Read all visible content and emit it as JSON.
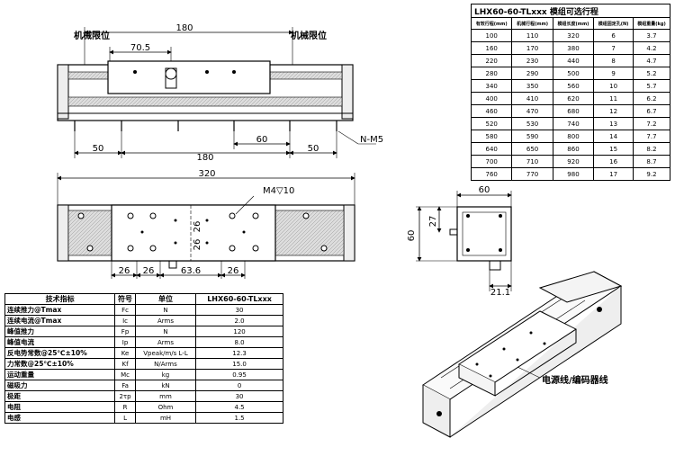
{
  "top_view": {
    "mech_limit_left": "机械限位",
    "mech_limit_right": "机械限位",
    "dim_180_top": "180",
    "dim_70_5": "70.5",
    "dim_50_left": "50",
    "dim_180_bottom": "180",
    "dim_60": "60",
    "dim_50_right": "50",
    "nm5": "N-M5"
  },
  "plan_view": {
    "dim_320": "320",
    "m4": "M4▽10",
    "dim_26_v1": "26",
    "dim_26_v2": "26",
    "dim_26_h1": "26",
    "dim_26_h2": "26",
    "dim_63_6": "63.6",
    "dim_26_h3": "26"
  },
  "side_view": {
    "dim_60_top": "60",
    "dim_27": "27",
    "dim_60_left": "60",
    "dim_21_1": "21.1"
  },
  "iso_view": {
    "cable_label": "电源线/编码器线"
  },
  "model_table": {
    "title": "LHX60-60-TLxxx  模组可选行程",
    "headers": [
      "有效行程(mm)",
      "机械行程(mm)",
      "模组长度(mm)",
      "模组固定孔(N)",
      "模组重量(kg)"
    ],
    "rows": [
      [
        "100",
        "110",
        "320",
        "6",
        "3.7"
      ],
      [
        "160",
        "170",
        "380",
        "7",
        "4.2"
      ],
      [
        "220",
        "230",
        "440",
        "8",
        "4.7"
      ],
      [
        "280",
        "290",
        "500",
        "9",
        "5.2"
      ],
      [
        "340",
        "350",
        "560",
        "10",
        "5.7"
      ],
      [
        "400",
        "410",
        "620",
        "11",
        "6.2"
      ],
      [
        "460",
        "470",
        "680",
        "12",
        "6.7"
      ],
      [
        "520",
        "530",
        "740",
        "13",
        "7.2"
      ],
      [
        "580",
        "590",
        "800",
        "14",
        "7.7"
      ],
      [
        "640",
        "650",
        "860",
        "15",
        "8.2"
      ],
      [
        "700",
        "710",
        "920",
        "16",
        "8.7"
      ],
      [
        "760",
        "770",
        "980",
        "17",
        "9.2"
      ]
    ]
  },
  "spec_table": {
    "headers": [
      "技术指标",
      "符号",
      "单位",
      "LHX60-60-TLxxx"
    ],
    "rows": [
      [
        "连续推力@Tmax",
        "Fc",
        "N",
        "30"
      ],
      [
        "连续电流@Tmax",
        "Ic",
        "Arms",
        "2.0"
      ],
      [
        "峰值推力",
        "Fp",
        "N",
        "120"
      ],
      [
        "峰值电流",
        "Ip",
        "Arms",
        "8.0"
      ],
      [
        "反电势常数@25℃±10%",
        "Ke",
        "Vpeak/m/s L-L",
        "12.3"
      ],
      [
        "力常数@25℃±10%",
        "Kf",
        "N/Arms",
        "15.0"
      ],
      [
        "运动重量",
        "Mc",
        "kg",
        "0.95"
      ],
      [
        "磁吸力",
        "Fa",
        "kN",
        "0"
      ],
      [
        "极距",
        "2τp",
        "mm",
        "30"
      ],
      [
        "电阻",
        "R",
        "Ohm",
        "4.5"
      ],
      [
        "电感",
        "L",
        "mH",
        "1.5"
      ]
    ]
  }
}
